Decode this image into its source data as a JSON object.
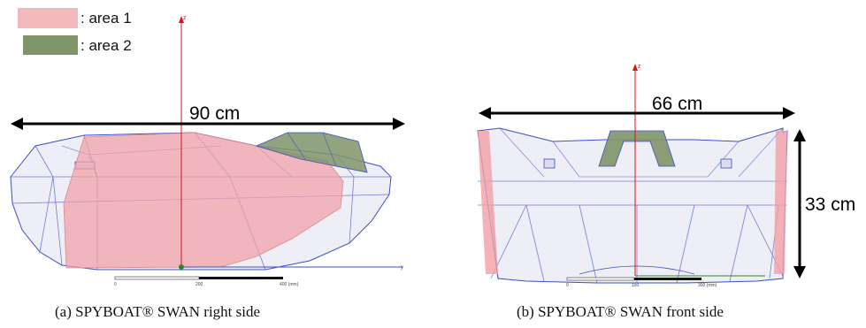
{
  "legend": {
    "area1_label": ": area 1",
    "area2_label": ": area 2",
    "area1_color": "#f2b8bb",
    "area2_color": "#7f9468"
  },
  "panel_a": {
    "dimension_label": "90 cm",
    "axis_label": "z",
    "scale_labels": [
      "0",
      "200",
      "400 (mm)"
    ],
    "caption": "(a)  SPYBOAT® SWAN right side"
  },
  "panel_b": {
    "width_label": "66 cm",
    "height_label": "33 cm",
    "axis_label": "z",
    "scale_labels": [
      "0",
      "150",
      "300 (mm)"
    ],
    "caption": "(b)  SPYBOAT® SWAN front side"
  },
  "colors": {
    "mesh_line": "#3a4fc9",
    "axis_red": "#e01010"
  }
}
